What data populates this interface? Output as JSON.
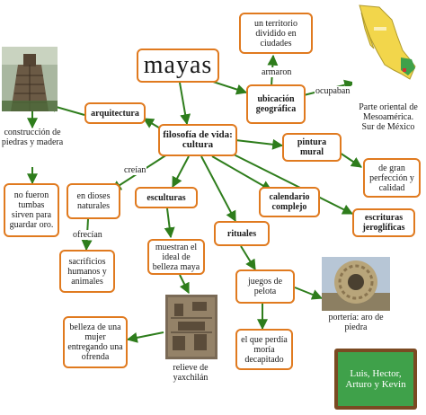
{
  "diagram": {
    "title": "mayas",
    "nodes": {
      "arquitectura": "arquitectura",
      "filosofia": "filosofía de vida: cultura",
      "ubicacion": "ubicación geográfica",
      "territorio": "un territorio dividido en ciudades",
      "pintura": "pintura mural",
      "perfeccion": "de gran perfección y calidad",
      "escrituras": "escrituras jeroglíficas",
      "dioses": "en dioses naturales",
      "esculturas": "esculturas",
      "calendario": "calendario complejo",
      "rituales": "rituales",
      "sacrificios": "sacrificios humanos y animales",
      "ideal": "muestran el ideal de belleza maya",
      "juegos": "juegos de pelota",
      "perdia": "el que perdía moría decapitado",
      "belleza": "belleza de una mujer entregando una ofrenda",
      "tumbas": "no fueron tumbas sirven para guardar oro."
    },
    "texts": {
      "construccion": "construcción de piedras y madera",
      "parte": "Parte oriental de Mesoamérica. Sur de México",
      "relieve": "relieve de yaxchilán",
      "porteria": "portería: aro de piedra"
    },
    "edge_labels": {
      "armaron": "armaron",
      "ocupaban": "ocupaban",
      "creian": "creían",
      "ofrecian": "ofrecían"
    },
    "signature": "Luis, Hector, Arturo y Kevin",
    "colors": {
      "border": "#e07a1f",
      "arrow": "#2e7d1c",
      "board_green": "#3fa14a",
      "board_frame": "#7a4a22"
    },
    "images": {
      "pyramid": "pyramid-photo",
      "map": "mexico-map",
      "relief": "yaxchilan-relief-photo",
      "ring": "stone-ring-photo"
    }
  }
}
